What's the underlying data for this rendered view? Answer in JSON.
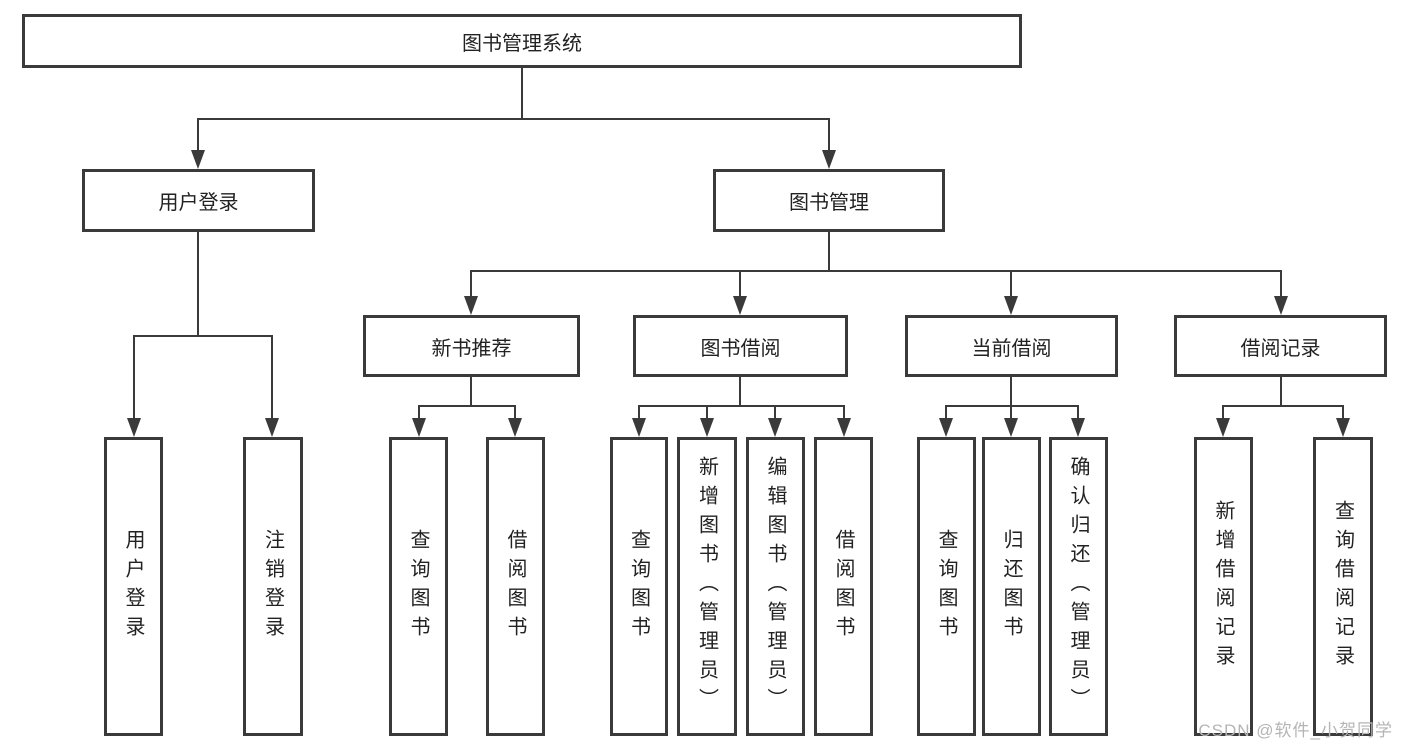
{
  "diagram": {
    "title": "图书管理系统",
    "root": {
      "label": "图书管理系统",
      "children": [
        {
          "label": "用户登录",
          "children": [
            {
              "label": "用户登录"
            },
            {
              "label": "注销登录"
            }
          ]
        },
        {
          "label": "图书管理",
          "children": [
            {
              "label": "新书推荐",
              "children": [
                {
                  "label": "查询图书"
                },
                {
                  "label": "借阅图书"
                }
              ]
            },
            {
              "label": "图书借阅",
              "children": [
                {
                  "label": "查询图书"
                },
                {
                  "label": "新增图书（管理员）"
                },
                {
                  "label": "编辑图书（管理员）"
                },
                {
                  "label": "借阅图书"
                }
              ]
            },
            {
              "label": "当前借阅",
              "children": [
                {
                  "label": "查询图书"
                },
                {
                  "label": "归还图书"
                },
                {
                  "label": "确认归还（管理员）"
                }
              ]
            },
            {
              "label": "借阅记录",
              "children": [
                {
                  "label": "新增借阅记录"
                },
                {
                  "label": "查询借阅记录"
                }
              ]
            }
          ]
        }
      ]
    }
  },
  "watermark": "CSDN @软件_小贺同学",
  "colors": {
    "line": "#3a3a3a",
    "text": "#222222",
    "watermark": "#b5b5b5",
    "background": "#ffffff"
  }
}
